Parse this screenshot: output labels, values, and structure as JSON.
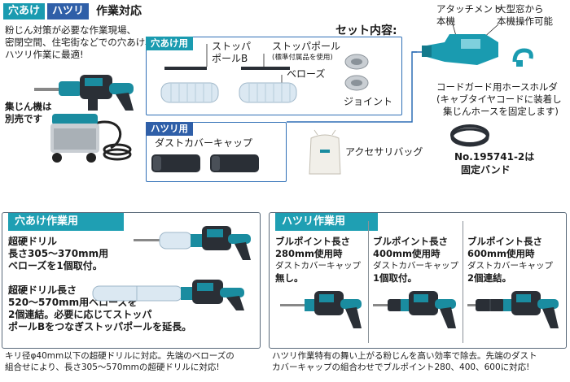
{
  "top": {
    "tag_drill": "穴あけ",
    "tag_chip": "ハツリ",
    "title": "作業対応",
    "desc": [
      "粉じん対策が必要な作業現場、",
      "密閉空間、住宅街などでの穴あけ、",
      "ハツリ作業に最適!"
    ],
    "dust_note": [
      "集じん機は",
      "別売です"
    ],
    "set_title": "セット内容:"
  },
  "set": {
    "drill_tag": "穴あけ用",
    "stopper_b": [
      "ストッパ",
      "ポールB"
    ],
    "stopper_pole": "ストッパポール",
    "stopper_note": "(標準付属品を使用)",
    "bellows": "ベローズ",
    "joint": "ジョイント",
    "chip_tag": "ハツリ用",
    "dust_cap": "ダストカバーキャップ",
    "bag_label": "アクセサリバッグ",
    "attachment": [
      "アタッチメント",
      "本機"
    ],
    "window": [
      "大型窓から",
      "本機操作可能"
    ],
    "holder": [
      "コードガード用ホースホルダ",
      "(キャブタイヤコードに装着し",
      "集じんホースを固定します)"
    ],
    "band": [
      "No.195741-2は",
      "固定バンド"
    ]
  },
  "drill_panel": {
    "header": "穴あけ作業用",
    "note1": [
      "超硬ドリル",
      "長さ305〜370mm用",
      "ベローズを1個取付。"
    ],
    "note2": [
      "超硬ドリル長さ",
      "520〜570mm用ベローズを",
      "2個連結。必要に応じてストッパ",
      "ポールBをつなぎストッパポールを延長。"
    ],
    "footer": [
      "キリ径φ40mm以下の超硬ドリルに対応。先端のベローズの",
      "組合せにより、長さ305〜570mmの超硬ドリルに対応!"
    ]
  },
  "chip_panel": {
    "header": "ハツリ作業用",
    "cols": [
      [
        "ブルポイント長さ",
        "280mm使用時",
        "ダストカバーキャップ",
        "無し。"
      ],
      [
        "ブルポイント長さ",
        "400mm使用時",
        "ダストカバーキャップ",
        "1個取付。"
      ],
      [
        "ブルポイント長さ",
        "600mm使用時",
        "ダストカバーキャップ",
        "2個連結。"
      ]
    ],
    "footer": [
      "ハツリ作業特有の舞い上がる粉じんを高い効率で除去。先端のダスト",
      "カバーキャップの組合わせでブルポイント280、400、600に対応!"
    ]
  },
  "colors": {
    "teal_tag": "#1a9bb0",
    "blue_tag": "#2f5fa8",
    "panel_header": "#1f9fb3",
    "line_blue": "#2f6fb6",
    "makita_teal": "#1a8ca0"
  },
  "icons": [
    "hammer-drill-icon",
    "dust-extractor-icon",
    "stopper-pole-icon",
    "bellows-icon",
    "joint-icon",
    "dust-cap-icon",
    "accessory-bag-icon",
    "attachment-icon",
    "hose-holder-icon",
    "band-ring-icon"
  ]
}
